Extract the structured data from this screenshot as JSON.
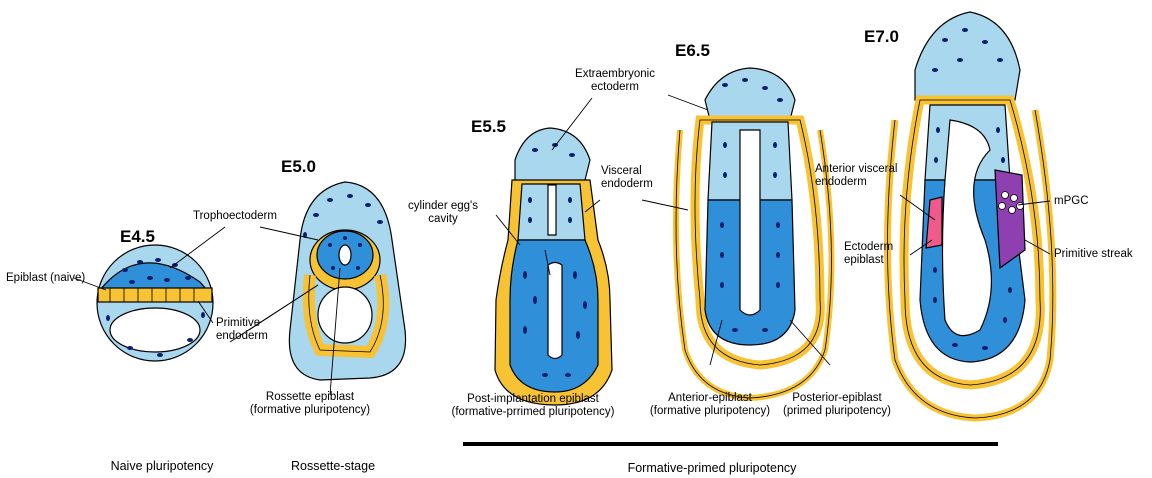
{
  "stages": {
    "e45": "E4.5",
    "e50": "E5.0",
    "e55": "E5.5",
    "e65": "E6.5",
    "e70": "E7.0"
  },
  "labels": {
    "trophectoderm": "Trophoectoderm",
    "epiblast_naive": "Epiblast (naive)",
    "primitive_endoderm": [
      "Primitive",
      "endoderm"
    ],
    "rosette_epiblast": [
      "Rossette epiblast",
      "(formative pluripotency)"
    ],
    "cavity": [
      "cylinder egg's",
      "cavity"
    ],
    "extraembryonic": [
      "Extraembryonic",
      "ectoderm"
    ],
    "visceral_endoderm": [
      "Visceral",
      "endoderm"
    ],
    "post_implantation": [
      "Post-implantation epiblast",
      "(formative-prrimed  pluripotency)"
    ],
    "anterior_epiblast": [
      "Anterior-epiblast",
      "(formative pluripotency)"
    ],
    "posterior_epiblast": [
      "Posterior-epiblast",
      "(primed pluripotency)"
    ],
    "anterior_visceral": [
      "Anterior visceral",
      "endoderm"
    ],
    "ectoderm_epiblast": [
      "Ectoderm",
      "epiblast"
    ],
    "mpgc": "mPGC",
    "primitive_streak": "Primitive streak"
  },
  "categories": {
    "naive": "Naive pluripotency",
    "rosette": "Rossette-stage",
    "formative": "Formative-primed pluripotency"
  },
  "colors": {
    "trophectoderm_blue": "#a9d7ee",
    "epiblast_blue": "#2f8fd8",
    "endoderm_yellow": "#f7c233",
    "nucleus": "#0a1f6b",
    "avep_pink": "#ef5a8a",
    "streak_purple": "#8e3fb0"
  }
}
